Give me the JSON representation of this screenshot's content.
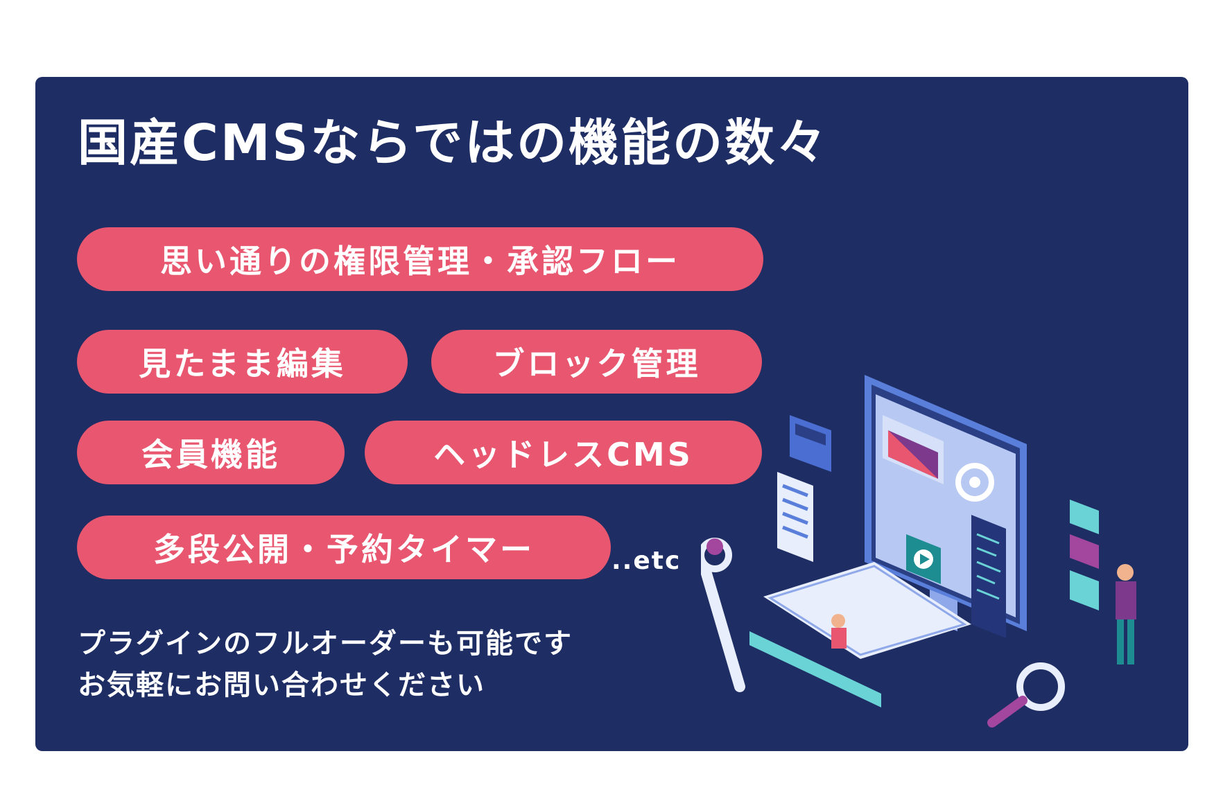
{
  "title": "国産CMSならではの機能の数々",
  "features": [
    "思い通りの権限管理・承認フロー",
    "見たまま編集",
    "ブロック管理",
    "会員機能",
    "ヘッドレスCMS",
    "多段公開・予約タイマー"
  ],
  "etc": "..etc",
  "note_lines": [
    "プラグインのフルオーダーも可能です",
    "お気軽にお問い合わせください"
  ],
  "colors": {
    "background": "#1e2d63",
    "pill": "#e8566f",
    "text": "#ffffff"
  },
  "illustration": "computer-monitor-with-developers-illustration"
}
